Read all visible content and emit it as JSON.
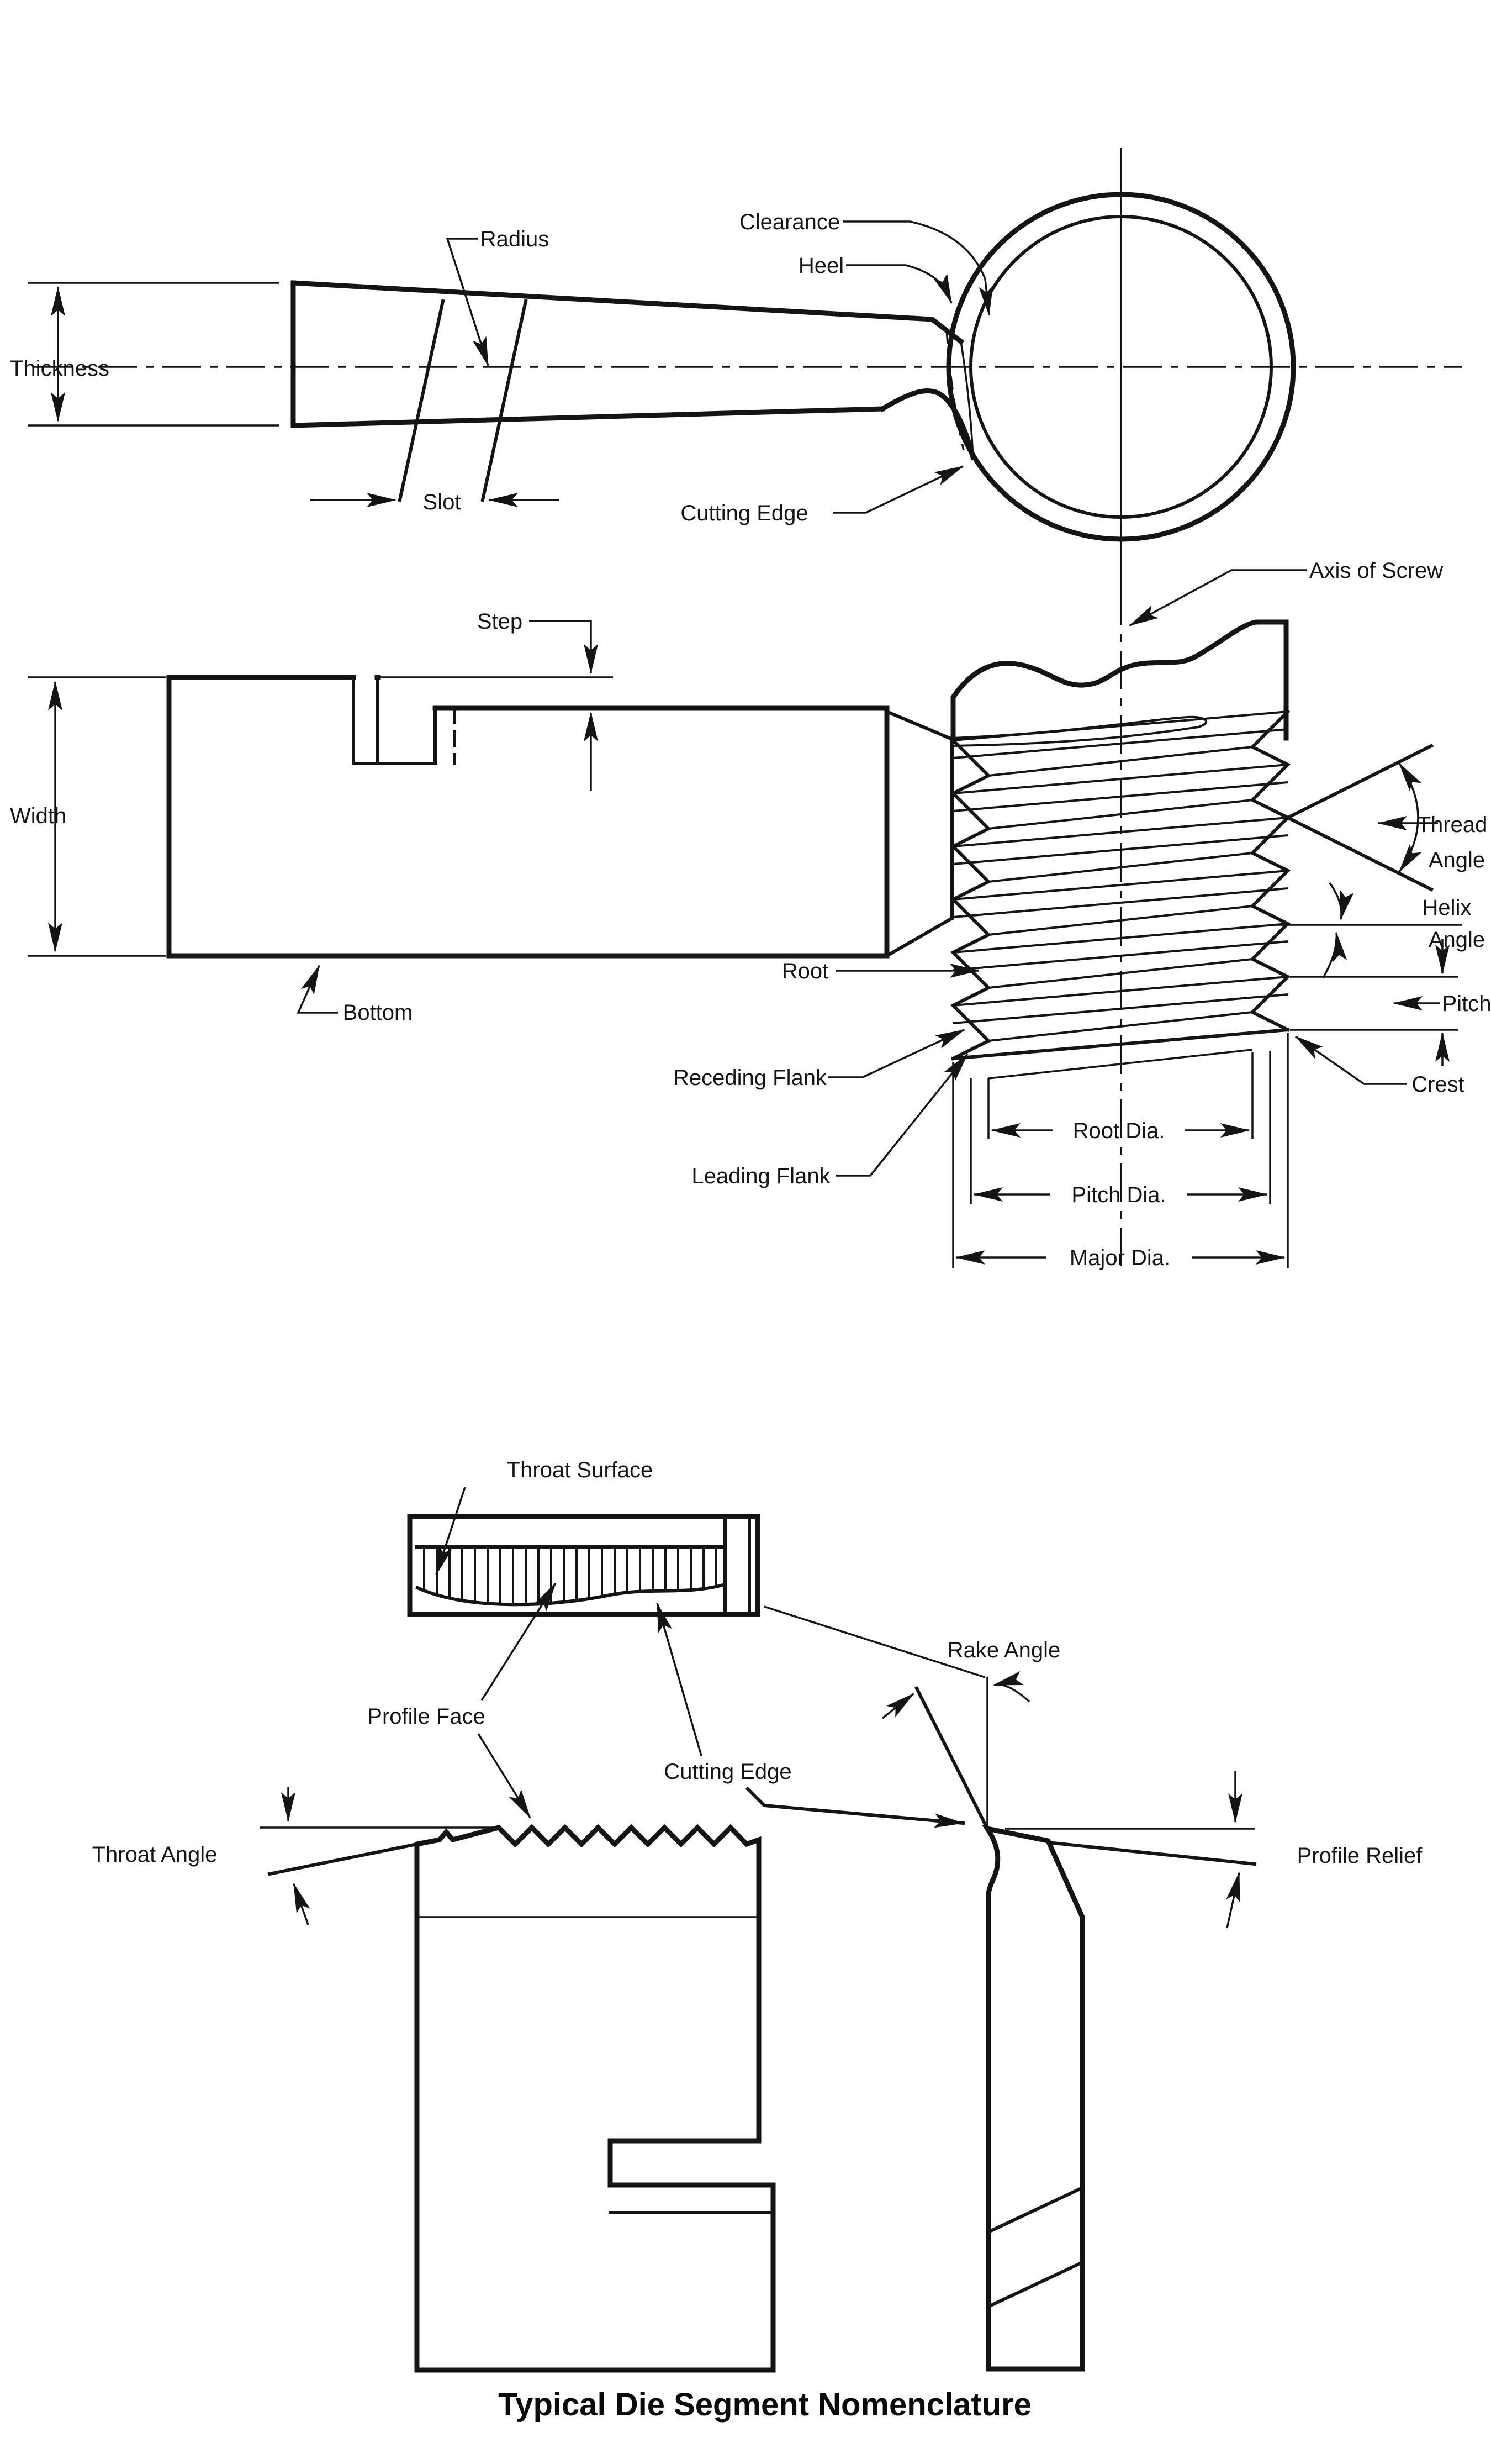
{
  "title": "Typical Die Segment Nomenclature",
  "colors": {
    "ink": "#141414",
    "background": "#ffffff"
  },
  "labels": {
    "radius": "Radius",
    "clearance": "Clearance",
    "heel": "Heel",
    "thickness": "Thickness",
    "slot": "Slot",
    "cutting_edge_top": "Cutting Edge",
    "axis_of_screw": "Axis of Screw",
    "step": "Step",
    "width": "Width",
    "bottom": "Bottom",
    "thread_angle": [
      "Thread",
      "Angle"
    ],
    "helix_angle": [
      "Helix",
      "Angle"
    ],
    "root": "Root",
    "pitch": "Pitch",
    "crest": "Crest",
    "receding_flank": "Receding Flank",
    "leading_flank": "Leading Flank",
    "root_dia": "Root Dia.",
    "pitch_dia": "Pitch Dia.",
    "major_dia": "Major Dia.",
    "throat_surface": "Throat Surface",
    "profile_face": "Profile Face",
    "cutting_edge_bottom": "Cutting Edge",
    "rake_angle": "Rake Angle",
    "throat_angle": "Throat Angle",
    "profile_relief": "Profile Relief"
  }
}
